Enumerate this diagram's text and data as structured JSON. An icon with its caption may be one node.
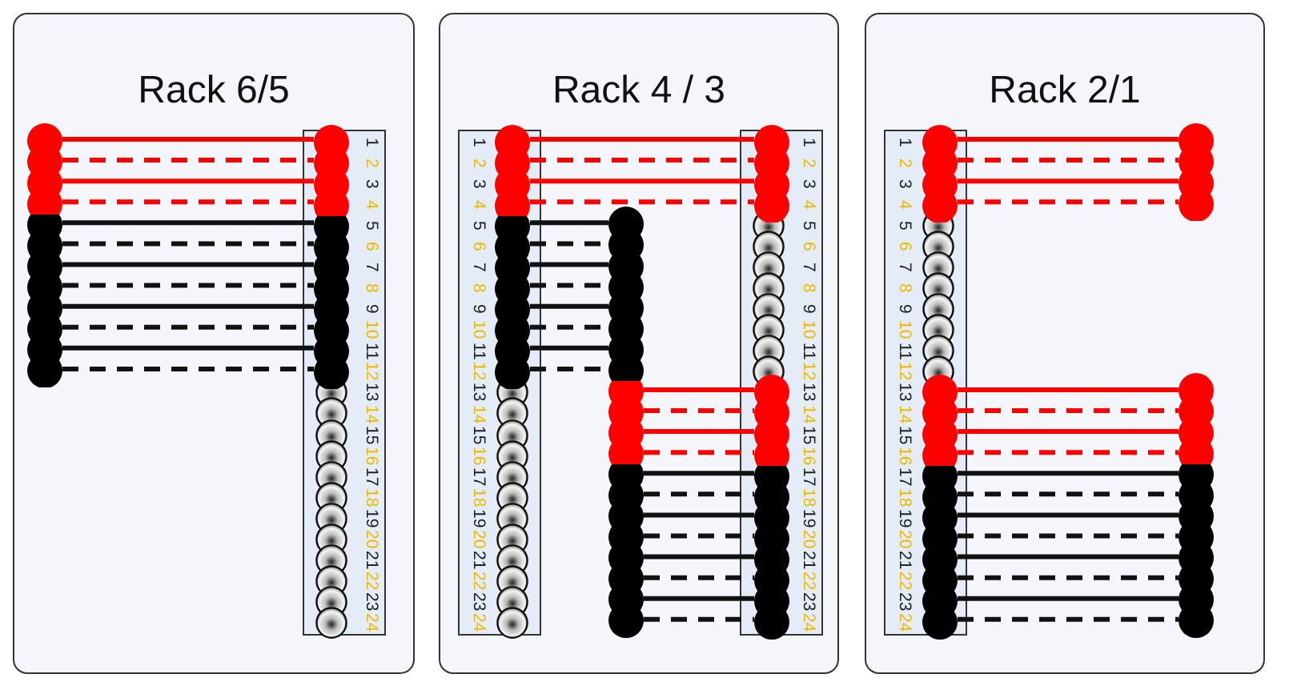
{
  "diagram": {
    "nodes": [
      {
        "text": [
          "Rack 6/5"
        ]
      },
      {
        "text": [
          "1",
          "2",
          "3",
          "4",
          "5",
          "6",
          "7",
          "8",
          "9",
          "10",
          "11",
          "12",
          "13",
          "14",
          "15",
          "16",
          "17",
          "18",
          "19",
          "20",
          "21",
          "22",
          "23",
          "24"
        ],
        "in": 0
      },
      {
        "text": [],
        "shape": "circle",
        "in": 0
      },
      {
        "text": [],
        "shape": "circle",
        "in": 1
      },
      {
        "text": [],
        "shape": "circle",
        "in": 0
      },
      {
        "text": [],
        "shape": "circle",
        "in": 1
      },
      {
        "text": [],
        "shape": "circle",
        "in": 0
      },
      {
        "text": [],
        "shape": "circle",
        "in": 1
      },
      {
        "text": [],
        "shape": "circle",
        "in": 0
      },
      {
        "text": [],
        "shape": "circle",
        "in": 1
      },
      {
        "text": [],
        "shape": "circle",
        "in": 0
      },
      {
        "text": [],
        "shape": "circle",
        "in": 1
      },
      {
        "text": [],
        "shape": "circle",
        "in": 0
      },
      {
        "text": [],
        "shape": "circle",
        "in": 1
      },
      {
        "text": [
          "Rack 4 / 3"
        ]
      },
      {
        "text": [
          "1",
          "2",
          "3",
          "4",
          "5",
          "6",
          "7",
          "8",
          "9",
          "10",
          "11",
          "12",
          "13",
          "14",
          "15",
          "16",
          "17",
          "18",
          "19",
          "20",
          "21",
          "22",
          "23",
          "24"
        ],
        "in": 14
      },
      {
        "text": [
          "1",
          "2",
          "3",
          "4",
          "5",
          "6",
          "7",
          "8",
          "9",
          "10",
          "11",
          "12",
          "13",
          "14",
          "15",
          "16",
          "17",
          "18",
          "19",
          "20",
          "21",
          "22",
          "23",
          "24"
        ],
        "in": 14
      },
      {
        "text": [],
        "shape": "circle",
        "in": 15
      },
      {
        "text": [],
        "shape": "circle",
        "in": 16
      },
      {
        "text": [],
        "shape": "circle",
        "in": 15
      },
      {
        "text": [],
        "shape": "circle",
        "in": 16
      },
      {
        "text": [],
        "shape": "circle",
        "in": 15
      },
      {
        "text": [],
        "shape": "circle",
        "in": 14
      },
      {
        "text": [],
        "shape": "circle",
        "in": 15
      },
      {
        "text": [],
        "shape": "circle",
        "in": 14
      },
      {
        "text": [],
        "shape": "circle",
        "in": 15
      },
      {
        "text": [],
        "shape": "circle",
        "in": 14
      },
      {
        "text": [],
        "shape": "circle",
        "in": 15
      },
      {
        "text": [],
        "shape": "circle",
        "in": 14
      },
      {
        "text": [],
        "shape": "circle",
        "in": 14
      },
      {
        "text": [],
        "shape": "circle",
        "in": 16
      },
      {
        "text": [],
        "shape": "circle",
        "in": 14
      },
      {
        "text": [],
        "shape": "circle",
        "in": 16
      },
      {
        "text": [],
        "shape": "circle",
        "in": 14
      },
      {
        "text": [],
        "shape": "circle",
        "in": 16
      },
      {
        "text": [],
        "shape": "circle",
        "in": 14
      },
      {
        "text": [],
        "shape": "circle",
        "in": 16
      },
      {
        "text": [],
        "shape": "circle",
        "in": 14
      },
      {
        "text": [],
        "shape": "circle",
        "in": 16
      },
      {
        "text": [],
        "shape": "circle",
        "in": 14
      },
      {
        "text": [],
        "shape": "circle",
        "in": 16
      },
      {
        "text": [
          "Rack 2/1"
        ]
      },
      {
        "text": [
          "1",
          "2",
          "3",
          "4",
          "5",
          "6",
          "7",
          "8",
          "9",
          "10",
          "11",
          "12",
          "13",
          "14",
          "15",
          "16",
          "17",
          "18",
          "19",
          "20",
          "21",
          "22",
          "23",
          "24"
        ],
        "in": 41
      },
      {
        "text": [],
        "shape": "circle",
        "in": 42
      },
      {
        "text": [],
        "shape": "circle",
        "in": 41
      },
      {
        "text": [],
        "shape": "circle",
        "in": 42
      },
      {
        "text": [],
        "shape": "circle",
        "in": 41
      },
      {
        "text": [],
        "shape": "circle",
        "in": 42
      },
      {
        "text": [],
        "shape": "circle",
        "in": 41
      },
      {
        "text": [],
        "shape": "circle",
        "in": 42
      },
      {
        "text": [],
        "shape": "circle",
        "in": 41
      },
      {
        "text": [],
        "shape": "circle",
        "in": 42
      },
      {
        "text": [],
        "shape": "circle",
        "in": 41
      },
      {
        "text": [],
        "shape": "circle",
        "in": 42
      },
      {
        "text": [],
        "shape": "circle",
        "in": 41
      },
      {
        "text": [],
        "shape": "circle",
        "in": 42
      },
      {
        "text": [],
        "shape": "circle",
        "in": 41
      },
      {
        "text": [],
        "shape": "circle",
        "in": 42
      },
      {
        "text": [],
        "shape": "circle",
        "in": 41
      }
    ],
    "edges": [
      {
        "from": 2,
        "to": 3,
        "arrow": "none",
        "color": "#ff0000"
      },
      {
        "from": 2,
        "to": 3,
        "arrow": "none",
        "style": "dashed",
        "color": "#ff0000"
      },
      {
        "from": 4,
        "to": 5,
        "arrow": "none",
        "color": "#ff0000"
      },
      {
        "from": 4,
        "to": 5,
        "arrow": "none",
        "style": "dashed",
        "color": "#ff0000"
      },
      {
        "from": 6,
        "to": 7,
        "arrow": "none"
      },
      {
        "from": 6,
        "to": 7,
        "arrow": "none",
        "style": "dashed"
      },
      {
        "from": 8,
        "to": 9,
        "arrow": "none"
      },
      {
        "from": 8,
        "to": 9,
        "arrow": "none",
        "style": "dashed"
      },
      {
        "from": 10,
        "to": 11,
        "arrow": "none"
      },
      {
        "from": 10,
        "to": 11,
        "arrow": "none",
        "style": "dashed"
      },
      {
        "from": 12,
        "to": 13,
        "arrow": "none"
      },
      {
        "from": 12,
        "to": 13,
        "arrow": "none",
        "style": "dashed"
      },
      {
        "from": 17,
        "to": 18,
        "arrow": "none",
        "color": "#ff0000"
      },
      {
        "from": 17,
        "to": 18,
        "arrow": "none",
        "style": "dashed",
        "color": "#ff0000"
      },
      {
        "from": 19,
        "to": 20,
        "arrow": "none",
        "color": "#ff0000"
      },
      {
        "from": 19,
        "to": 20,
        "arrow": "none",
        "style": "dashed",
        "color": "#ff0000"
      },
      {
        "from": 21,
        "to": 22,
        "arrow": "none"
      },
      {
        "from": 21,
        "to": 22,
        "arrow": "none",
        "style": "dashed"
      },
      {
        "from": 23,
        "to": 24,
        "arrow": "none"
      },
      {
        "from": 23,
        "to": 24,
        "arrow": "none",
        "style": "dashed"
      },
      {
        "from": 25,
        "to": 26,
        "arrow": "none"
      },
      {
        "from": 25,
        "to": 26,
        "arrow": "none",
        "style": "dashed"
      },
      {
        "from": 27,
        "to": 28,
        "arrow": "none"
      },
      {
        "from": 27,
        "to": 28,
        "arrow": "none",
        "style": "dashed"
      },
      {
        "from": 29,
        "to": 30,
        "arrow": "none",
        "color": "#ff0000"
      },
      {
        "from": 29,
        "to": 30,
        "arrow": "none",
        "style": "dashed",
        "color": "#ff0000"
      },
      {
        "from": 31,
        "to": 32,
        "arrow": "none",
        "color": "#ff0000"
      },
      {
        "from": 31,
        "to": 32,
        "arrow": "none",
        "style": "dashed",
        "color": "#ff0000"
      },
      {
        "from": 33,
        "to": 34,
        "arrow": "none"
      },
      {
        "from": 33,
        "to": 34,
        "arrow": "none",
        "style": "dashed"
      },
      {
        "from": 35,
        "to": 36,
        "arrow": "none"
      },
      {
        "from": 35,
        "to": 36,
        "arrow": "none",
        "style": "dashed"
      },
      {
        "from": 37,
        "to": 38,
        "arrow": "none"
      },
      {
        "from": 37,
        "to": 38,
        "arrow": "none",
        "style": "dashed"
      },
      {
        "from": 39,
        "to": 40,
        "arrow": "none"
      },
      {
        "from": 39,
        "to": 40,
        "arrow": "none",
        "style": "dashed"
      },
      {
        "from": 43,
        "to": 44,
        "arrow": "none",
        "color": "#ff0000"
      },
      {
        "from": 43,
        "to": 44,
        "arrow": "none",
        "style": "dashed",
        "color": "#ff0000"
      },
      {
        "from": 45,
        "to": 46,
        "arrow": "none",
        "color": "#ff0000"
      },
      {
        "from": 45,
        "to": 46,
        "arrow": "none",
        "style": "dashed",
        "color": "#ff0000"
      },
      {
        "from": 47,
        "to": 48,
        "arrow": "none",
        "color": "#ff0000"
      },
      {
        "from": 47,
        "to": 48,
        "arrow": "none",
        "style": "dashed",
        "color": "#ff0000"
      },
      {
        "from": 49,
        "to": 50,
        "arrow": "none",
        "color": "#ff0000"
      },
      {
        "from": 49,
        "to": 50,
        "arrow": "none",
        "style": "dashed",
        "color": "#ff0000"
      },
      {
        "from": 51,
        "to": 52,
        "arrow": "none"
      },
      {
        "from": 51,
        "to": 52,
        "arrow": "none",
        "style": "dashed"
      },
      {
        "from": 53,
        "to": 54,
        "arrow": "none"
      },
      {
        "from": 53,
        "to": 54,
        "arrow": "none",
        "style": "dashed"
      },
      {
        "from": 55,
        "to": 56,
        "arrow": "none"
      },
      {
        "from": 55,
        "to": 56,
        "arrow": "none",
        "style": "dashed"
      },
      {
        "from": 57,
        "to": 58,
        "arrow": "none"
      },
      {
        "from": 57,
        "to": 58,
        "arrow": "none",
        "style": "dashed"
      }
    ]
  }
}
